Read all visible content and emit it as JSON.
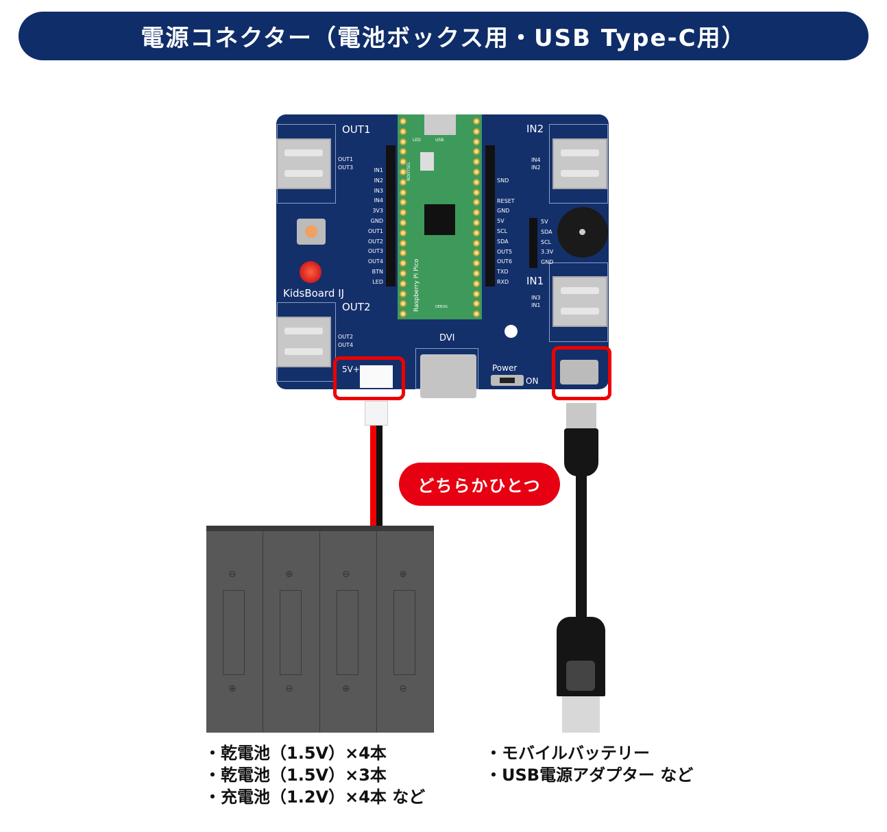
{
  "title": "電源コネクター（電池ボックス用・USB Type-C用）",
  "board": {
    "name": "KidsBoard IJ",
    "ports": {
      "out1": "OUT1",
      "out2": "OUT2",
      "in1": "IN1",
      "in2": "IN2",
      "dvi": "DVI",
      "power": "Power",
      "on": "ON",
      "jst": "5V+"
    },
    "port_sublabels": {
      "out1": [
        "OUT1",
        "OUT3"
      ],
      "out2": [
        "OUT2",
        "OUT4"
      ],
      "in2": [
        "IN4",
        "IN2"
      ],
      "in1": [
        "IN3",
        "IN1"
      ]
    },
    "left_pins": [
      "IN1",
      "IN2",
      "IN3",
      "IN4",
      "3V3",
      "GND",
      "OUT1",
      "OUT2",
      "OUT3",
      "OUT4",
      "BTN",
      "LED"
    ],
    "right_pins": [
      "SND",
      "",
      "RESET",
      "GND",
      "5V",
      "SCL",
      "SDA",
      "OUT5",
      "OUT6",
      "TXD",
      "RXD"
    ],
    "i2c_pins": [
      "5V",
      "SDA",
      "SCL",
      "3.3V",
      "GND"
    ],
    "pico": {
      "name": "Raspberry Pi Pico",
      "led": "LED",
      "usb": "USB",
      "bootsel": "BOOTSEL",
      "debug": "DEBUG"
    }
  },
  "callout": "どちらかひとつ",
  "battery_notes": [
    "・乾電池（1.5V）×4本",
    "・乾電池（1.5V）×3本",
    "・充電池（1.2V）×4本 など"
  ],
  "usb_notes": [
    "・モバイルバッテリー",
    "・USB電源アダプター など"
  ],
  "colors": {
    "navy": "#0f2d68",
    "red": "#e60012",
    "pico": "#3e9a5a"
  }
}
